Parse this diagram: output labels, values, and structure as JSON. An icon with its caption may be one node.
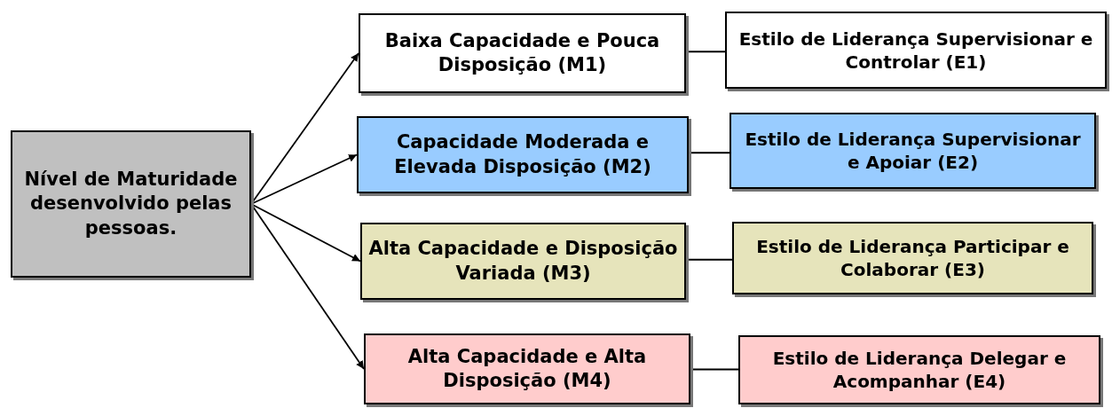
{
  "diagram": {
    "nodes": [
      {
        "text": [
          "Nível de Maturidade desenvolvido pelas pessoas."
        ]
      },
      {
        "text": [
          "Baixa Capacidade e Pouca Disposição (M1)"
        ]
      },
      {
        "text": [
          "Estilo de Liderança Supervisionar e Controlar (E1)"
        ]
      },
      {
        "text": [
          "Capacidade Moderada e Elevada Disposição (M2)"
        ]
      },
      {
        "text": [
          "Estilo de Liderança Supervisionar e Apoiar (E2)"
        ]
      },
      {
        "text": [
          "Alta Capacidade e Disposição Variada (M3)"
        ]
      },
      {
        "text": [
          "Estilo de Liderança Participar e Colaborar (E3)"
        ]
      },
      {
        "text": [
          "Alta Capacidade e Alta Disposição (M4)"
        ]
      },
      {
        "text": [
          "Estilo de Liderança Delegar e Acompanhar (E4)"
        ]
      }
    ],
    "edges": [
      {
        "from": 0,
        "to": 1,
        "arrow": "to"
      },
      {
        "from": 0,
        "to": 3,
        "arrow": "to"
      },
      {
        "from": 0,
        "to": 5,
        "arrow": "to"
      },
      {
        "from": 0,
        "to": 7,
        "arrow": "to"
      },
      {
        "from": 1,
        "to": 2,
        "arrow": "none"
      },
      {
        "from": 3,
        "to": 4,
        "arrow": "none"
      },
      {
        "from": 5,
        "to": 6,
        "arrow": "none"
      },
      {
        "from": 7,
        "to": 8,
        "arrow": "none"
      }
    ]
  }
}
